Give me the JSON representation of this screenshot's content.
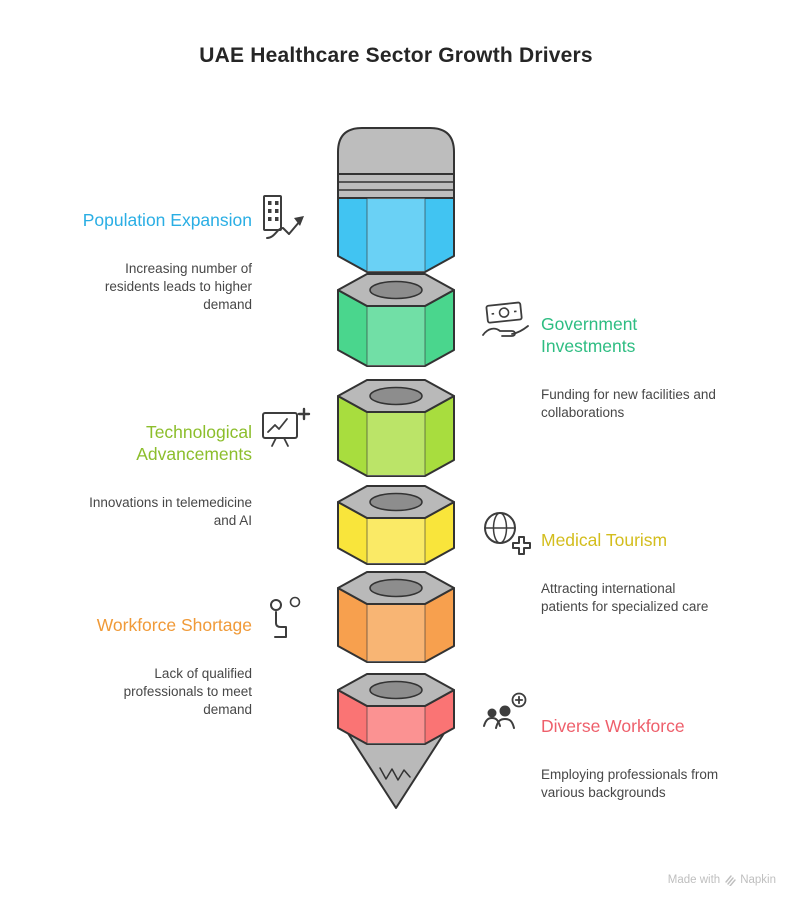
{
  "title": "UAE Healthcare Sector Growth Drivers",
  "palette": {
    "outline": "#333333",
    "gray": "#b9b9b9",
    "gray_dark": "#8d8d8d",
    "body_text": "#474747",
    "title_text": "#262626",
    "watermark": "#bfbfbf"
  },
  "segments": [
    {
      "name": "pencil-cap",
      "color": "#bdbdbd"
    },
    {
      "name": "population-expansion",
      "color": "#41c4f2"
    },
    {
      "name": "government-investments",
      "color": "#4ad68d"
    },
    {
      "name": "technological-advancements",
      "color": "#a8dd3e"
    },
    {
      "name": "medical-tourism",
      "color": "#f9e53b"
    },
    {
      "name": "workforce-shortage",
      "color": "#f7a04e"
    },
    {
      "name": "diverse-workforce",
      "color": "#fa7474"
    },
    {
      "name": "funnel-tip",
      "color": "#b9b9b9"
    }
  ],
  "items": [
    {
      "heading": "Population Expansion",
      "heading_color": "#2aaee4",
      "body": "Increasing number of\nresidents leads to higher\ndemand",
      "icon": "building-growth-icon"
    },
    {
      "heading": "Government\nInvestments",
      "heading_color": "#2ebd82",
      "body": "Funding for new facilities and\ncollaborations",
      "icon": "cash-hand-icon"
    },
    {
      "heading": "Technological\nAdvancements",
      "heading_color": "#8cbe2c",
      "body": "Innovations in telemedicine\nand AI",
      "icon": "telemedicine-icon"
    },
    {
      "heading": "Medical Tourism",
      "heading_color": "#d3bd1d",
      "body": "Attracting international\npatients for specialized care",
      "icon": "globe-plus-icon"
    },
    {
      "heading": "Workforce Shortage",
      "heading_color": "#f09a38",
      "body": "Lack of qualified\nprofessionals to meet\ndemand",
      "icon": "person-seated-icon"
    },
    {
      "heading": "Diverse Workforce",
      "heading_color": "#ee5f6b",
      "body": "Employing professionals from\nvarious backgrounds",
      "icon": "team-plus-icon"
    }
  ],
  "watermark": {
    "prefix": "Made with",
    "brand": "Napkin"
  }
}
